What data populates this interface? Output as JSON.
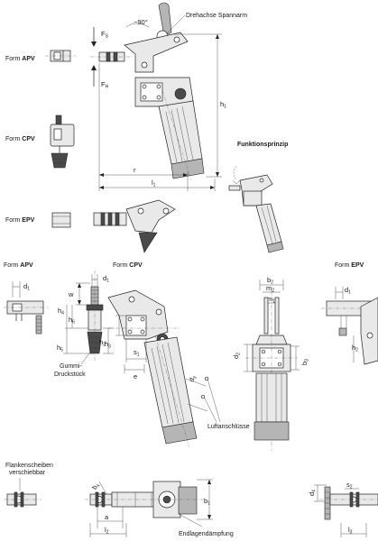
{
  "top_left": {
    "form_apv": {
      "prefix": "Form ",
      "code": "APV"
    },
    "form_cpv": {
      "prefix": "Form ",
      "code": "CPV"
    },
    "form_epv": {
      "prefix": "Form ",
      "code": "EPV"
    }
  },
  "top_main": {
    "drehachse": "Drehachse Spannarm",
    "angle": "~90°",
    "fs_main": "F",
    "fs_sub": "S",
    "fh_main": "F",
    "fh_sub": "H",
    "h1_main": "h",
    "h1_sub": "1",
    "r": "r",
    "l1_main": "l",
    "l1_sub": "1"
  },
  "funktionsprinzip": "Funktionsprinzip",
  "mid": {
    "form_apv": {
      "prefix": "Form ",
      "code": "APV"
    },
    "form_cpv": {
      "prefix": "Form ",
      "code": "CPV"
    },
    "form_epv": {
      "prefix": "Form ",
      "code": "EPV"
    },
    "d1": {
      "main": "d",
      "sub": "1"
    },
    "w": "w",
    "h4": {
      "main": "h",
      "sub": "4"
    },
    "h6": {
      "main": "h",
      "sub": "6"
    },
    "h5": {
      "main": "h",
      "sub": "5"
    },
    "h3": {
      "main": "h",
      "sub": "3"
    },
    "s1": {
      "main": "s",
      "sub": "1"
    },
    "e": "e",
    "d3": {
      "main": "d",
      "sub": "3"
    },
    "b2": {
      "main": "b",
      "sub": "2"
    },
    "m2": {
      "main": "m",
      "sub": "2"
    },
    "m1": {
      "main": "m",
      "sub": "1"
    },
    "d2": {
      "main": "d",
      "sub": "2"
    },
    "b3": {
      "main": "b",
      "sub": "3"
    },
    "h2": {
      "main": "h",
      "sub": "2"
    },
    "epv_d1": {
      "main": "d",
      "sub": "1"
    },
    "epv_h2": {
      "main": "h",
      "sub": "2"
    },
    "gummi_line1": "Gummi-",
    "gummi_line2": "Druckstück",
    "luftanschluesse": "Luftanschlüsse"
  },
  "bottom": {
    "flanken_line1": "Flankenscheiben",
    "flanken_line2": "verschiebbar",
    "b4": {
      "main": "b",
      "sub": "4"
    },
    "a": "a",
    "l2": {
      "main": "l",
      "sub": "2"
    },
    "b1": {
      "main": "b",
      "sub": "1"
    },
    "endlage": "Endlagendämpfung",
    "d4": {
      "main": "d",
      "sub": "4"
    },
    "s2": {
      "main": "s",
      "sub": "2"
    },
    "l3": {
      "main": "l",
      "sub": "3"
    }
  }
}
